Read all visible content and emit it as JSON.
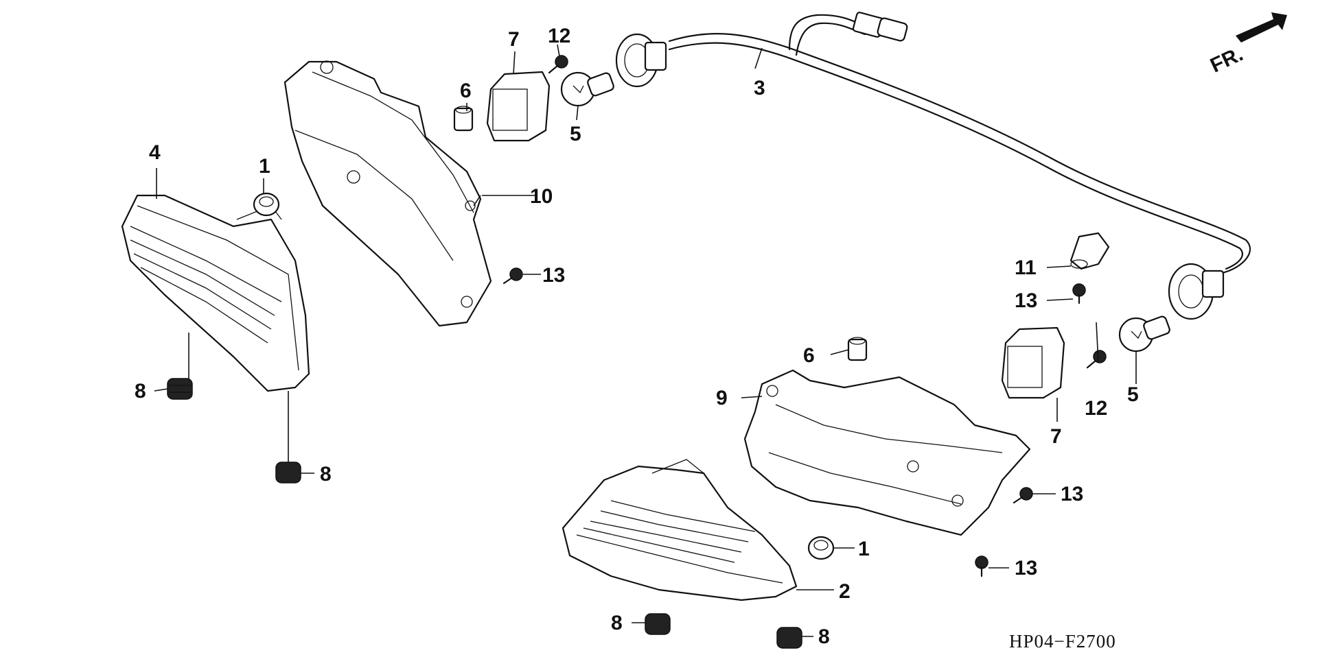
{
  "diagram": {
    "callouts": {
      "c1a": "1",
      "c1b": "1",
      "c2": "2",
      "c3": "3",
      "c4": "4",
      "c5a": "5",
      "c5b": "5",
      "c6a": "6",
      "c6b": "6",
      "c7a": "7",
      "c7b": "7",
      "c8a": "8",
      "c8b": "8",
      "c8c": "8",
      "c8d": "8",
      "c9": "9",
      "c10": "10",
      "c11": "11",
      "c12a": "12",
      "c12b": "12",
      "c13a": "13",
      "c13b": "13",
      "c13c": "13",
      "c13d": "13"
    },
    "direction_label": "FR.",
    "drawing_code": "HP04−F2700"
  }
}
